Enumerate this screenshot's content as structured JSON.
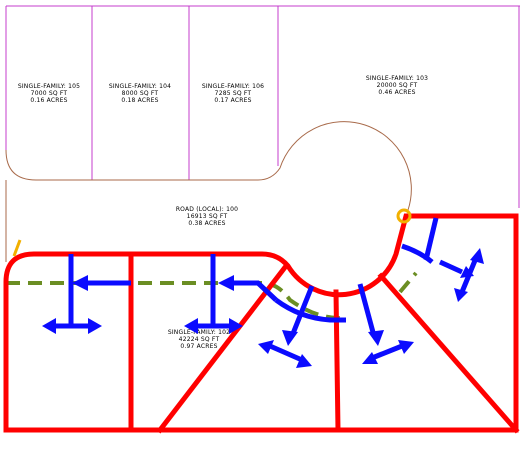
{
  "colors": {
    "parcel_line": "#c43ccc",
    "road_edge": "#a86a4a",
    "boundary": "#ff0000",
    "dashed": "#6b8e23",
    "arrow": "#0b0bff",
    "marker": "#f2b000",
    "background": "#ffffff"
  },
  "lots": [
    {
      "name": "SINGLE-FAMILY: 105",
      "area": "7000 SQ FT",
      "acres": "0.16 ACRES"
    },
    {
      "name": "SINGLE-FAMILY: 104",
      "area": "8000 SQ FT",
      "acres": "0.18 ACRES"
    },
    {
      "name": "SINGLE-FAMILY: 106",
      "area": "7285 SQ FT",
      "acres": "0.17 ACRES"
    },
    {
      "name": "SINGLE-FAMILY: 103",
      "area": "20000 SQ FT",
      "acres": "0.46 ACRES"
    },
    {
      "name": "ROAD (LOCAL): 100",
      "area": "16913 SQ FT",
      "acres": "0.38 ACRES"
    },
    {
      "name": "SINGLE-FAMILY: 102",
      "area": "42224 SQ FT",
      "acres": "0.97 ACRES"
    }
  ]
}
